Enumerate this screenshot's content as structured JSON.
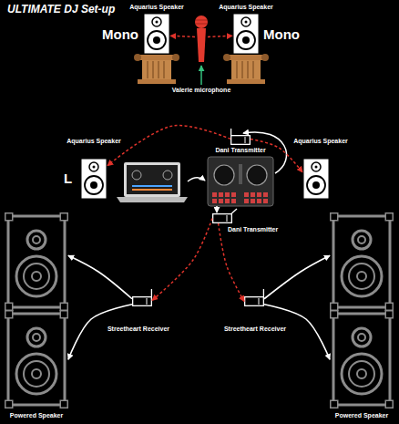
{
  "diagram": {
    "title": "ULTIMATE DJ Set-up",
    "nodes": [
      {
        "text": [
          "Aquarius Speaker",
          "Mono"
        ]
      },
      {
        "text": [
          "Valerie microphone"
        ]
      },
      {
        "text": [
          "Aquarius Speaker",
          "Mono"
        ]
      },
      {
        "text": [
          "Aquarius Speaker",
          "L"
        ]
      },
      {
        "text": [
          "Dani Transmitter"
        ]
      },
      {
        "text": [
          "Aquarius Speaker"
        ]
      },
      {
        "text": [
          "Dani Transmitter"
        ]
      },
      {
        "text": [
          "Streetheart Receiver"
        ]
      },
      {
        "text": [
          "Streetheart Receiver"
        ]
      },
      {
        "text": [
          "Powered Speaker"
        ]
      },
      {
        "text": [
          "Powered Speaker"
        ]
      }
    ],
    "edges": [
      {
        "from": 1,
        "to": 0,
        "arrow": "to"
      },
      {
        "from": 1,
        "to": 2,
        "arrow": "to"
      },
      {
        "from": 4,
        "to": 3,
        "arrow": "to"
      },
      {
        "from": 4,
        "to": 5,
        "arrow": "to"
      },
      {
        "from": 6,
        "to": 7,
        "arrow": "to"
      },
      {
        "from": 6,
        "to": 8,
        "arrow": "to"
      },
      {
        "from": 7,
        "to": 9,
        "arrow": "to"
      },
      {
        "from": 7,
        "to": 9,
        "arrow": "to"
      },
      {
        "from": 8,
        "to": 10,
        "arrow": "to"
      },
      {
        "from": 8,
        "to": 10,
        "arrow": "to"
      }
    ]
  }
}
